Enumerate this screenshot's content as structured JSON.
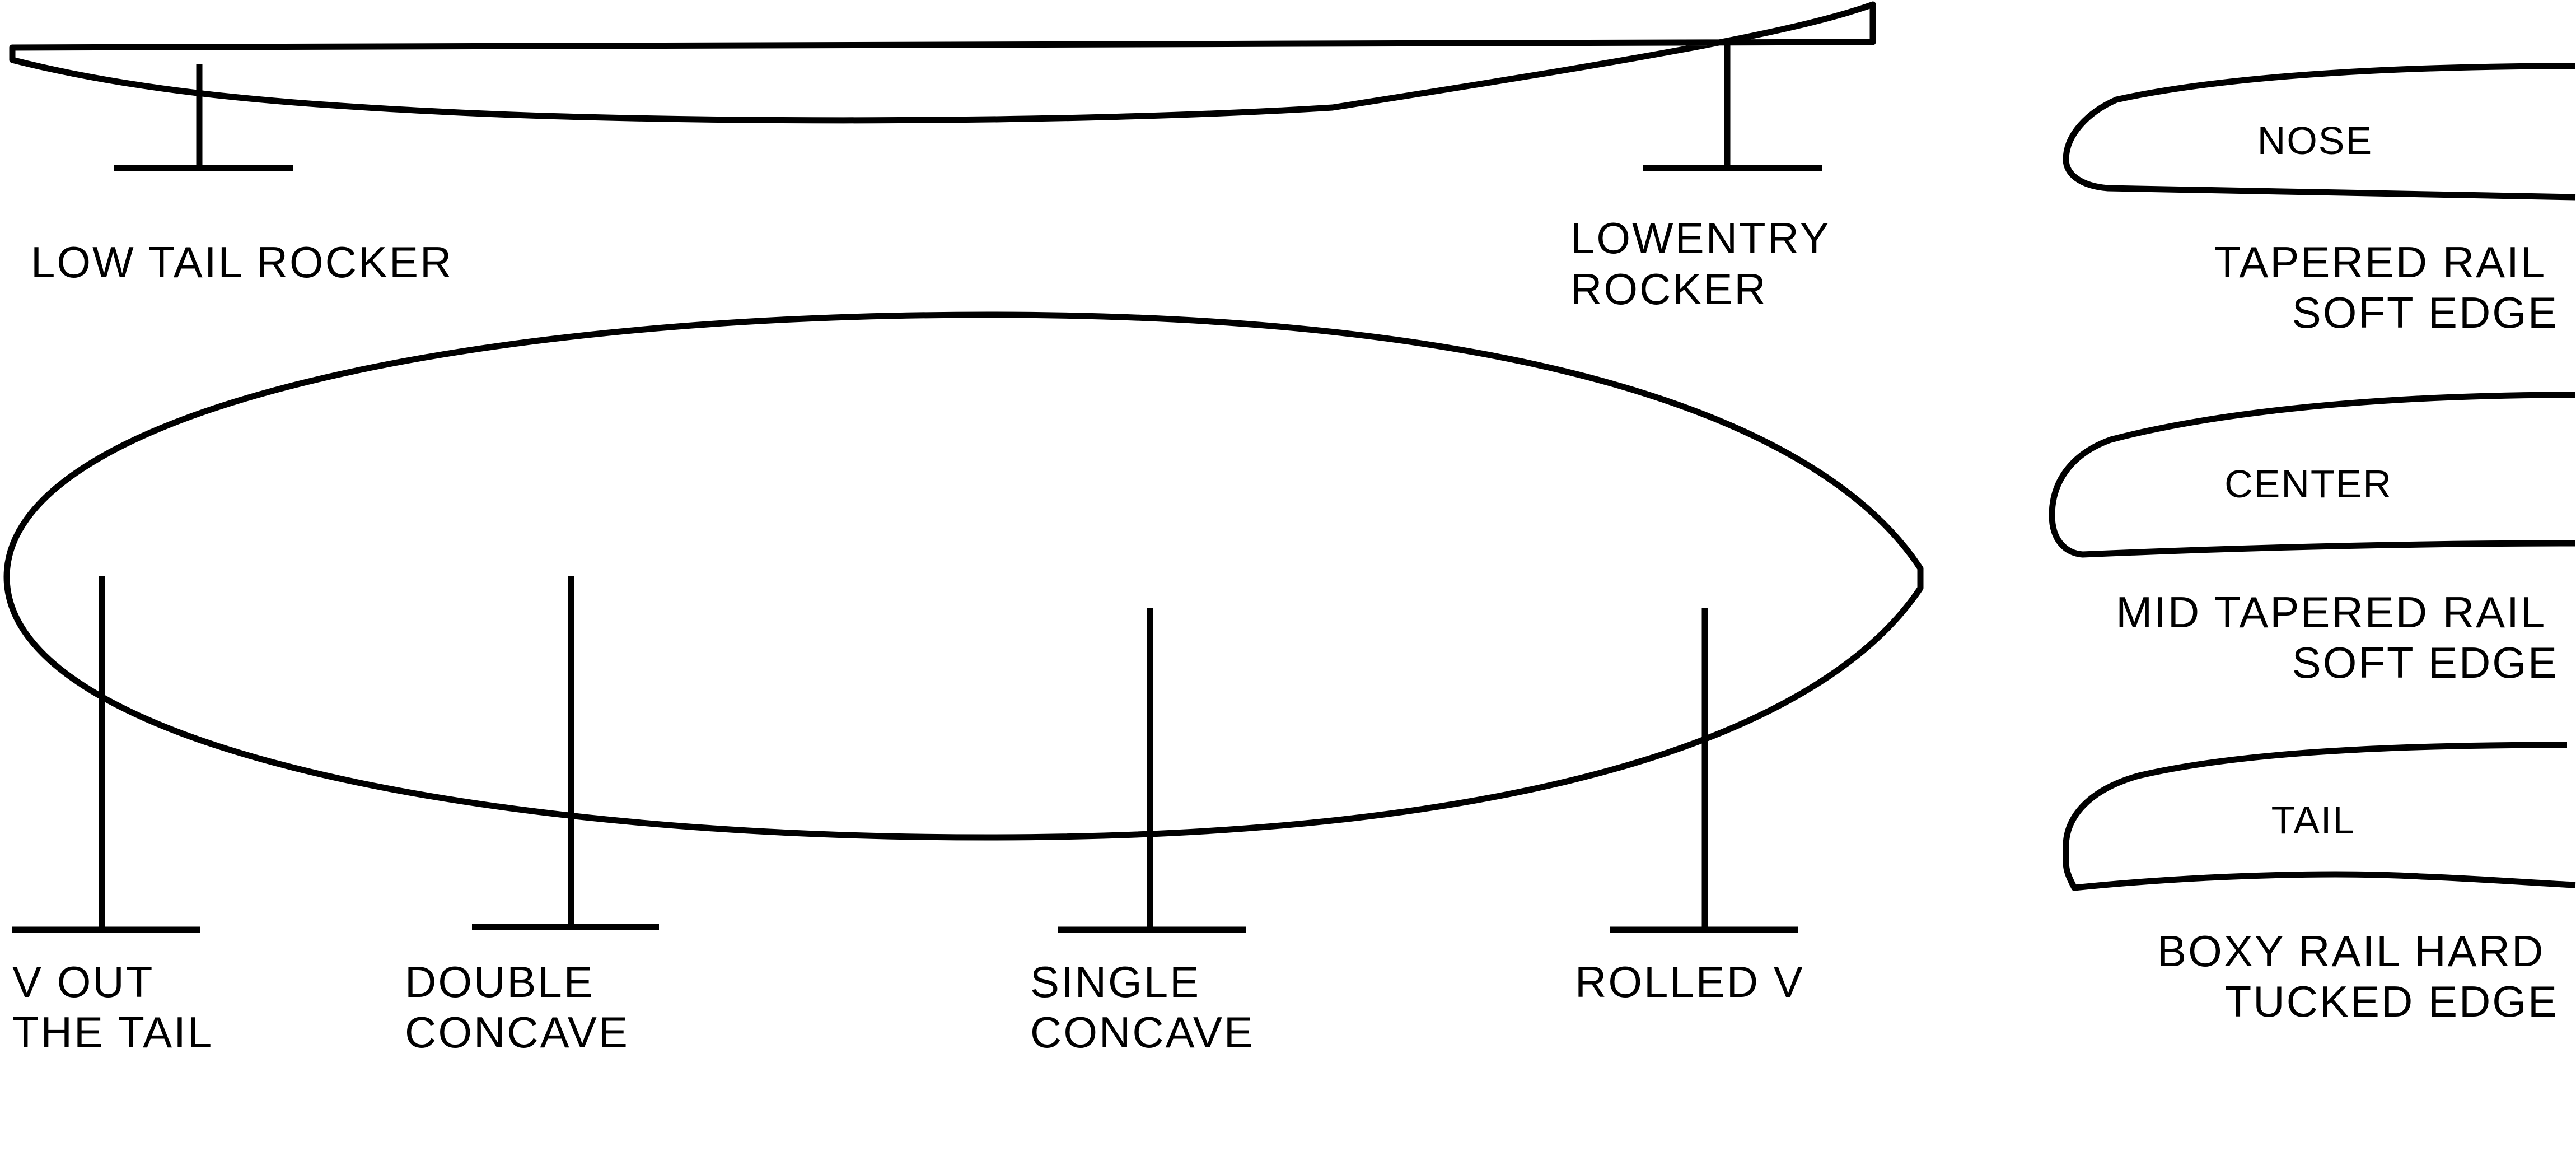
{
  "colors": {
    "ink": "#000000",
    "background": "#ffffff"
  },
  "rocker": {
    "tail_label": [
      "LOW TAIL ROCKER"
    ],
    "entry_label": [
      "LOWENTRY",
      "ROCKER"
    ]
  },
  "bottom": {
    "v_out_label": [
      "V OUT",
      "THE TAIL"
    ],
    "double_concave_label": [
      "DOUBLE",
      "CONCAVE"
    ],
    "single_concave_label": [
      "SINGLE",
      "CONCAVE"
    ],
    "rolled_v_label": [
      "ROLLED V"
    ]
  },
  "rails": {
    "nose": {
      "section": "NOSE",
      "caption": [
        "TAPERED RAIL",
        "SOFT EDGE"
      ]
    },
    "center": {
      "section": "CENTER",
      "caption": [
        "MID TAPERED RAIL",
        "SOFT EDGE"
      ]
    },
    "tail": {
      "section": "TAIL",
      "caption": [
        "BOXY RAIL HARD",
        "TUCKED EDGE"
      ]
    }
  }
}
